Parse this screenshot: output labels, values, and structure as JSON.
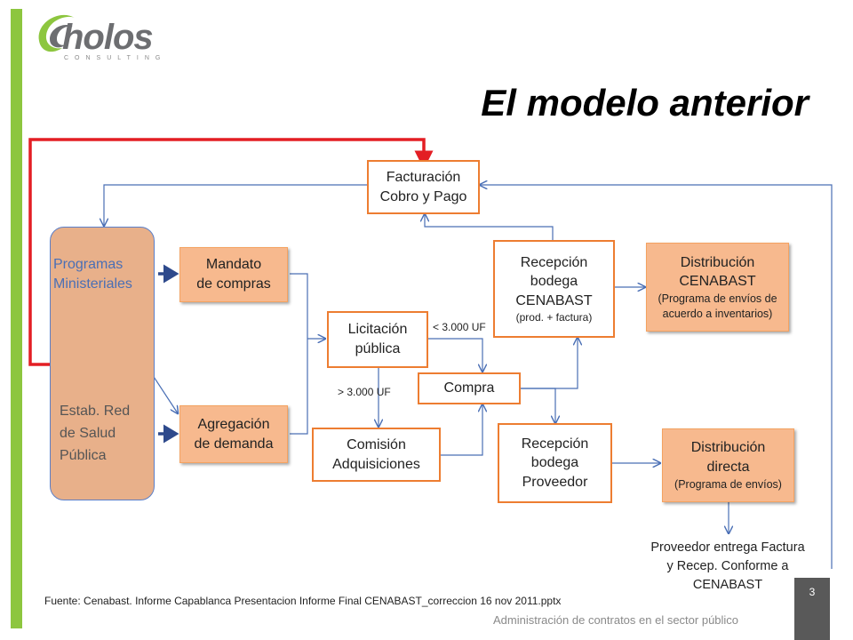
{
  "logo": {
    "brand": "holos",
    "sub": "CONSULTING"
  },
  "title": "El modelo anterior",
  "boxes": {
    "facturacion": {
      "line1": "Facturación",
      "line2": "Cobro y Pago"
    },
    "recepcion_cenabast": {
      "line1": "Recepción",
      "line2": "bodega",
      "line3": "CENABAST",
      "small": "(prod. + factura)"
    },
    "distribucion_cenabast": {
      "line1": "Distribución",
      "line2": "CENABAST",
      "small1": "(Programa de envíos de",
      "small2": "acuerdo a inventarios)"
    },
    "programas": {
      "line1": "Programas",
      "line2": "Ministeriales",
      "line3": "Estab. Red",
      "line4": "de Salud",
      "line5": "Pública"
    },
    "mandato": {
      "line1": "Mandato",
      "line2": "de compras"
    },
    "agregacion": {
      "line1": "Agregación",
      "line2": "de demanda"
    },
    "licitacion": {
      "line1": "Licitación",
      "line2": "pública"
    },
    "compra": {
      "label": "Compra"
    },
    "comision": {
      "line1": "Comisión",
      "line2": "Adquisiciones"
    },
    "recepcion_proveedor": {
      "line1": "Recepción",
      "line2": "bodega",
      "line3": "Proveedor"
    },
    "distribucion_directa": {
      "line1": "Distribución",
      "line2": "directa",
      "small": "(Programa de envíos)"
    }
  },
  "labels": {
    "lt": "< 3.000 UF",
    "gt": "> 3.000 UF"
  },
  "note": {
    "line1": "Proveedor entrega Factura",
    "line2": "y Recep. Conforme a",
    "line3": "CENABAST"
  },
  "source": "Fuente: Cenabast. Informe Capablanca Presentacion Informe Final CENABAST_correccion 16 nov 2011.pptx",
  "footer": "Administración de contratos en el sector público",
  "page_number": "3",
  "colors": {
    "accent_green": "#8dc63f",
    "box_border": "#ed7d31",
    "peach": "#f7b98e",
    "line_blue": "#4a6fb5",
    "red": "#e31e24",
    "page_box": "#595959"
  }
}
